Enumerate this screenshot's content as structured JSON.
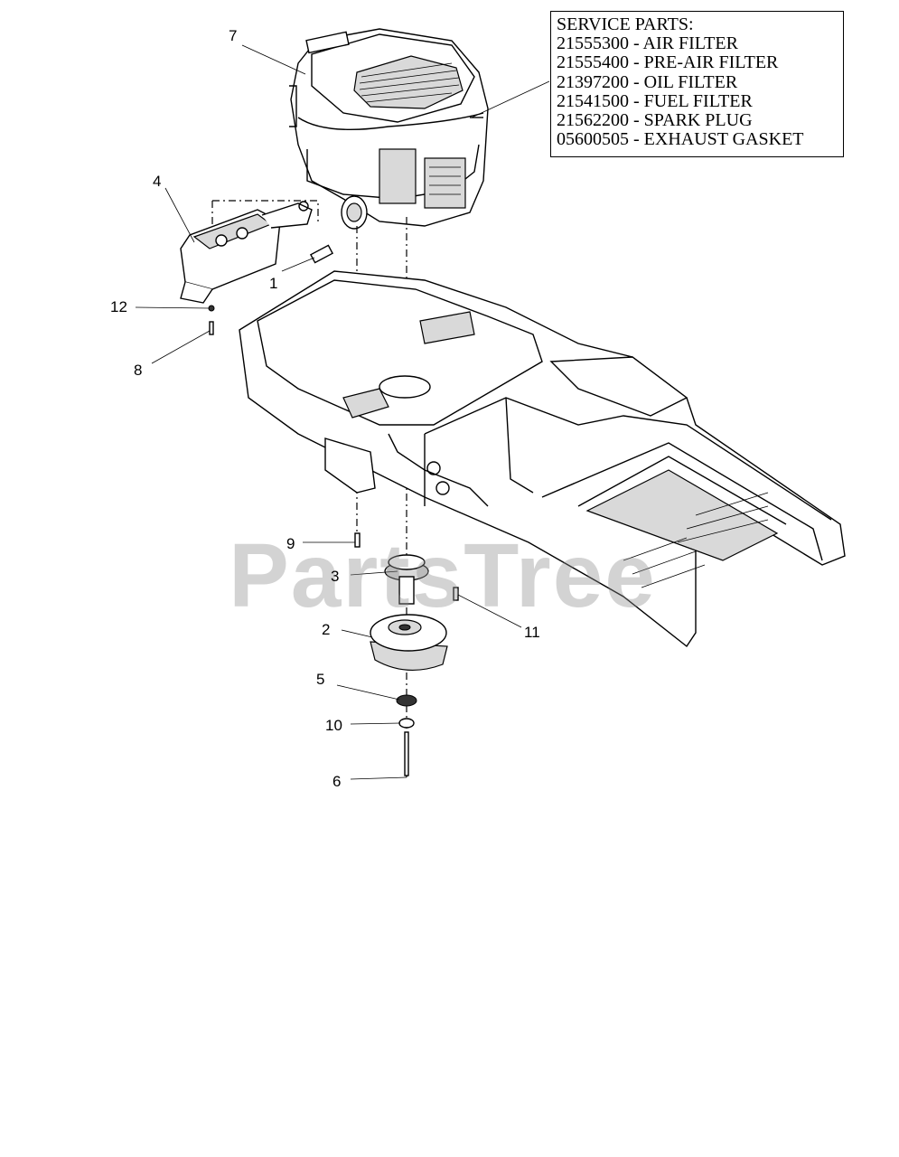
{
  "service_parts": {
    "heading": "SERVICE PARTS:",
    "items": [
      "21555300 - AIR FILTER",
      "21555400 - PRE-AIR FILTER",
      "21397200 - OIL FILTER",
      "21541500 - FUEL FILTER",
      "21562200 - SPARK PLUG",
      "05600505 - EXHAUST GASKET"
    ]
  },
  "callouts": {
    "c1": "1",
    "c2": "2",
    "c3": "3",
    "c4": "4",
    "c5": "5",
    "c6": "6",
    "c7": "7",
    "c8": "8",
    "c9": "9",
    "c10": "10",
    "c11": "11",
    "c12": "12"
  },
  "watermark": "PartsTree"
}
